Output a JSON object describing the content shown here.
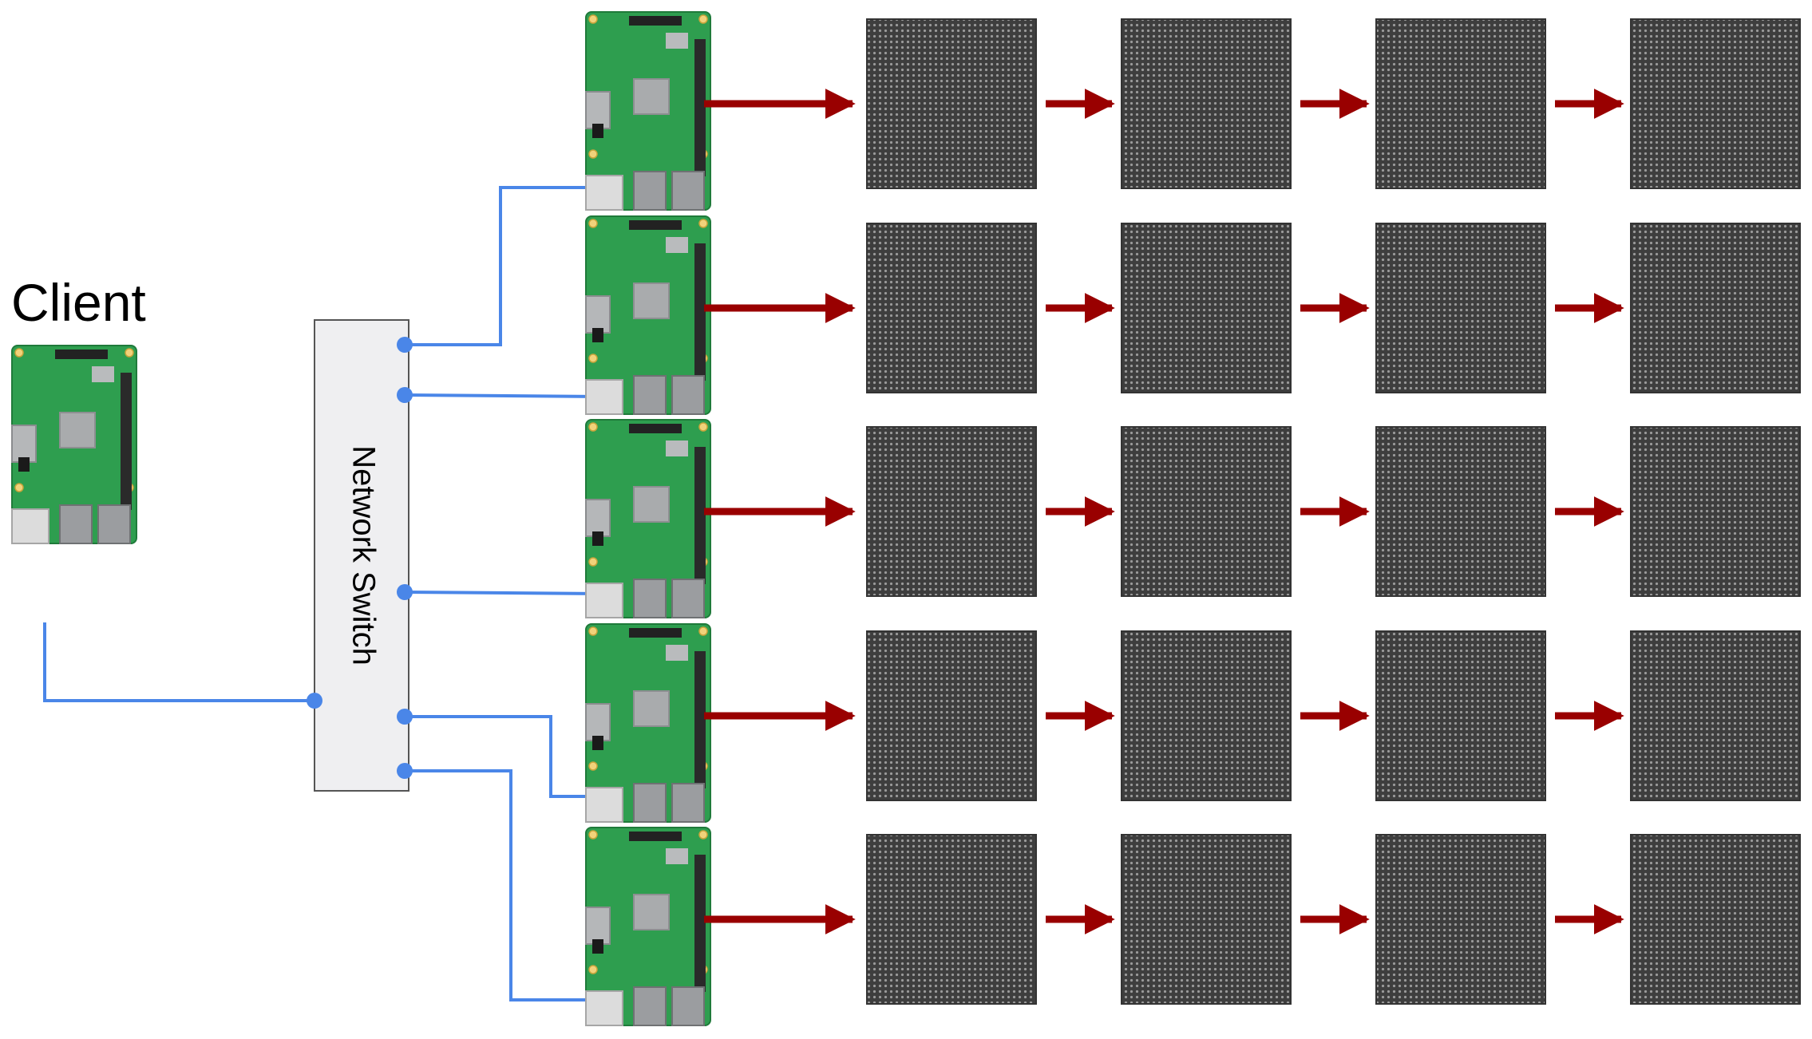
{
  "client": {
    "label": "Client"
  },
  "switch": {
    "label": "Network Switch"
  },
  "colors": {
    "cable": "#4a86e8",
    "arrow": "#990000",
    "pcb": "#2e9e4f",
    "pcb_dark": "#1f7a3a",
    "panel": "#4a4a4a",
    "switch_fill": "#efeff1",
    "switch_stroke": "#555555"
  },
  "icons": {
    "client_board": "raspberry-pi-board-icon",
    "server_board": "raspberry-pi-board-icon",
    "panel": "led-matrix-panel-icon"
  },
  "topology": {
    "server_count": 5,
    "panels_per_chain": 4
  }
}
